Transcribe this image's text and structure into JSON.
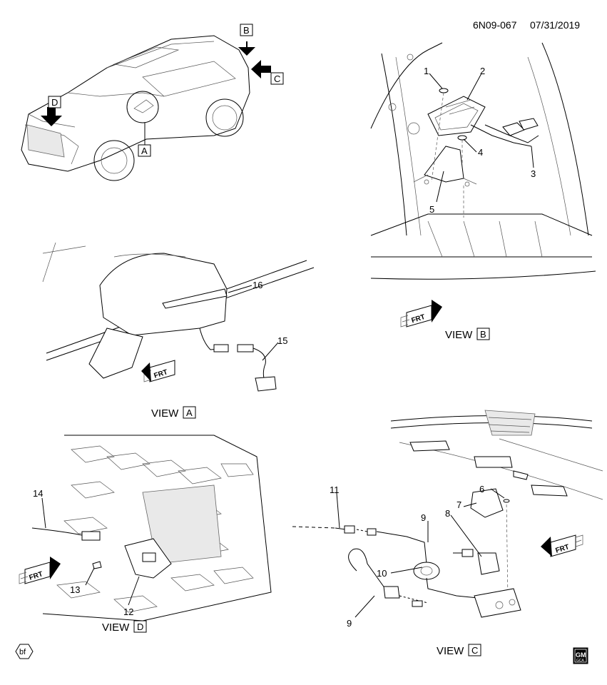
{
  "header": {
    "doc_id": "6N09-067",
    "date": "07/31/2019"
  },
  "footer": {
    "left_badge": "bf",
    "logo_line1": "GM",
    "logo_line2": "GCA"
  },
  "view_word": "VIEW",
  "view_letters": {
    "A": "A",
    "B": "B",
    "C": "C",
    "D": "D"
  },
  "frt_label": "FRT",
  "callouts": {
    "c1": "1",
    "c2": "2",
    "c3": "3",
    "c4": "4",
    "c5": "5",
    "c6": "6",
    "c7": "7",
    "c8": "8",
    "c9a": "9",
    "c9b": "9",
    "c10": "10",
    "c11": "11",
    "c12": "12",
    "c13": "13",
    "c14": "14",
    "c15": "15",
    "c16": "16"
  }
}
